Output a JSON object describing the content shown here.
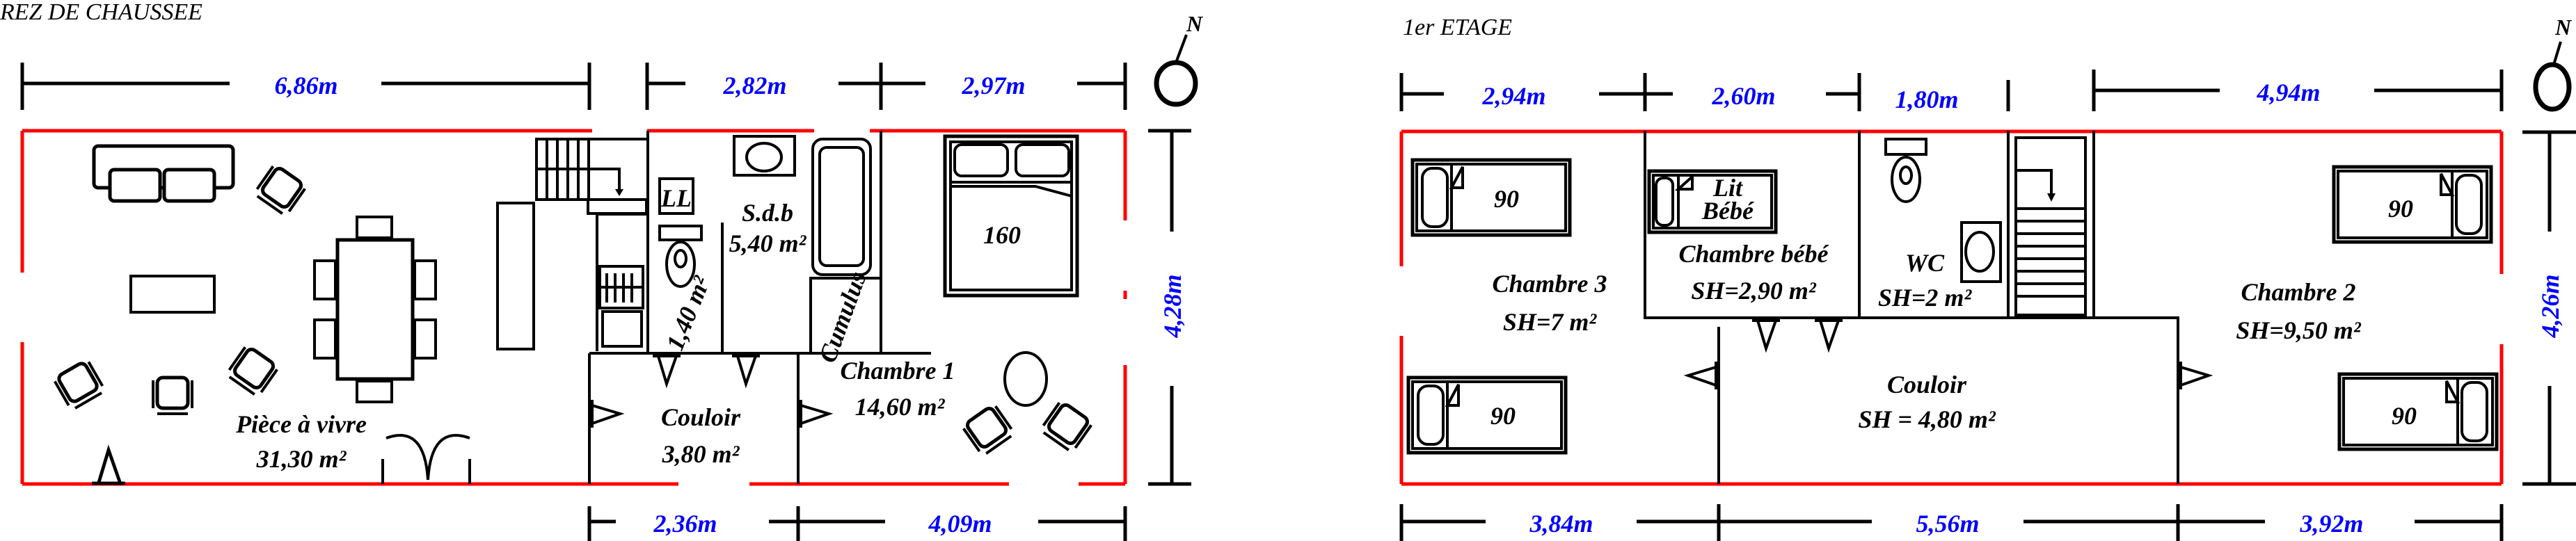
{
  "colors": {
    "wall_exterior": "#ff0000",
    "dimension_text": "#0000ff",
    "lines": "#000000"
  },
  "ground_floor": {
    "title": "REZ DE CHAUSSEE",
    "north_label": "N",
    "dimensions_top": [
      "6,86m",
      "2,82m",
      "2,97m"
    ],
    "dimensions_bottom": [
      "2,36m",
      "4,09m"
    ],
    "dimension_height": "4,28m",
    "rooms": {
      "living": {
        "name": "Pièce à vivre",
        "area": "31,30 m²"
      },
      "bathroom": {
        "name": "S.d.b",
        "area": "5,40 m²"
      },
      "wc": {
        "area": "1,40 m²"
      },
      "laundry": {
        "name": "LL"
      },
      "corridor": {
        "name": "Couloir",
        "area": "3,80 m²"
      },
      "bedroom1": {
        "name": "Chambre 1",
        "area": "14,60 m²"
      }
    },
    "fixtures": {
      "bed": "160",
      "water_heater": "Cumulus"
    }
  },
  "first_floor": {
    "title": "1er ETAGE",
    "north_label": "N",
    "dimensions_top": [
      "2,94m",
      "2,60m",
      "1,80m",
      "4,94m"
    ],
    "dimensions_bottom": [
      "3,84m",
      "5,56m",
      "3,92m"
    ],
    "dimension_height": "4,26m",
    "rooms": {
      "bedroom3": {
        "name": "Chambre 3",
        "area": "SH=7 m²"
      },
      "baby_room": {
        "name": "Chambre bébé",
        "area": "SH=2,90 m²"
      },
      "wc": {
        "name": "WC",
        "area": "SH=2 m²"
      },
      "bedroom2": {
        "name": "Chambre 2",
        "area": "SH=9,50 m²"
      },
      "corridor": {
        "name": "Couloir",
        "area": "SH = 4,80 m²"
      }
    },
    "fixtures": {
      "bed_single": "90",
      "crib_line1": "Lit",
      "crib_line2": "Bébé"
    }
  }
}
